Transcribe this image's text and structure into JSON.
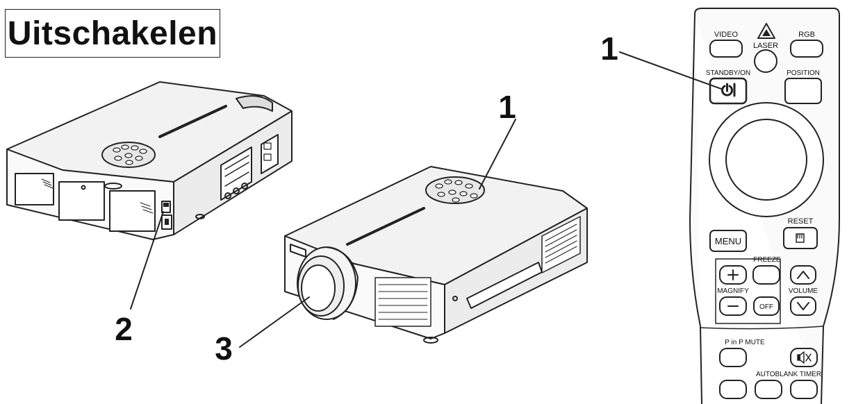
{
  "title": "Uitschakelen",
  "callouts": {
    "proj1_power": "1",
    "proj1_switch": "2",
    "proj2_lens": "3",
    "remote_standby": "1"
  },
  "remote": {
    "video": "VIDEO",
    "laser": "LASER",
    "rgb": "RGB",
    "standby_on": "STANDBY/ON",
    "position": "POSITION",
    "reset": "RESET",
    "menu": "MENU",
    "freeze": "FREEZE",
    "magnify": "MAGNIFY",
    "volume": "VOLUME",
    "off": "OFF",
    "pinp_mute": "P in P MUTE",
    "autoblank_timer": "AUTOBLANK TIMER"
  }
}
